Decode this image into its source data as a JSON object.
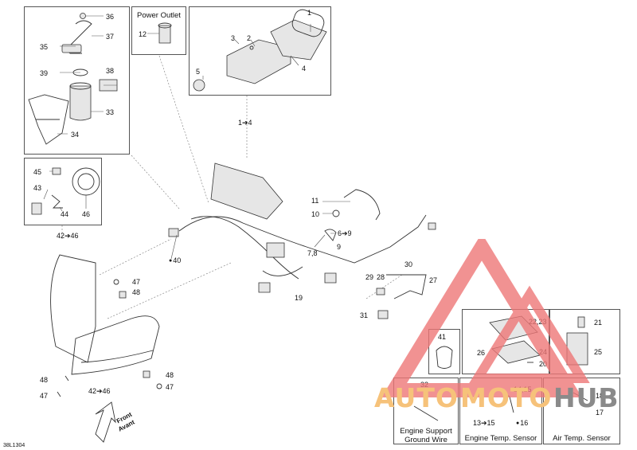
{
  "callouts": {
    "c36": "36",
    "c37": "37",
    "c35": "35",
    "c38": "38",
    "c39": "39",
    "c33": "33",
    "c34": "34",
    "c12": "12",
    "c3": "3",
    "c2": "2",
    "c1": "1",
    "c4": "4",
    "c5": "5",
    "c1_4": "1➔4",
    "c45": "45",
    "c43": "43",
    "c44": "44",
    "c46": "46",
    "c42_46_a": "42➔46",
    "c11": "11",
    "c10": "10",
    "c6_9": "6➔9",
    "c7_8": "7,8",
    "c9": "9",
    "c40": "40",
    "c47_a": "47",
    "c48_a": "48",
    "c30": "30",
    "c29": "29",
    "c28": "28",
    "c27": "27",
    "c19": "19",
    "c31": "31",
    "c22_23": "22,23",
    "c21": "21",
    "c26": "26",
    "c24": "24",
    "c25": "25",
    "c20": "20",
    "c41": "41",
    "c32": "32",
    "c14_15": "14,15",
    "c18": "18",
    "c17": "17",
    "c13_15": "13➔15",
    "c16": "16",
    "c48_b": "48",
    "c48_c": "48",
    "c47_b": "47",
    "c47_c": "47",
    "c42_46_b": "42➔46"
  },
  "box_titles": {
    "power_outlet": "Power Outlet",
    "engine_support_ground": "Engine Support\nGround Wire",
    "engine_temp_sensor": "Engine Temp. Sensor",
    "air_temp_sensor": "Air Temp. Sensor"
  },
  "front_arrow": {
    "line1": "Front",
    "line2": "Avant"
  },
  "figure_code": "38L1304",
  "watermark": {
    "part1": "AUTO",
    "part2": "MOTO",
    "part3": "HUB",
    "color_auto": "#f6c27a",
    "color_moto": "#f6c27a",
    "color_hub": "#8a8a8a",
    "triangle_color": "#ee7777"
  }
}
